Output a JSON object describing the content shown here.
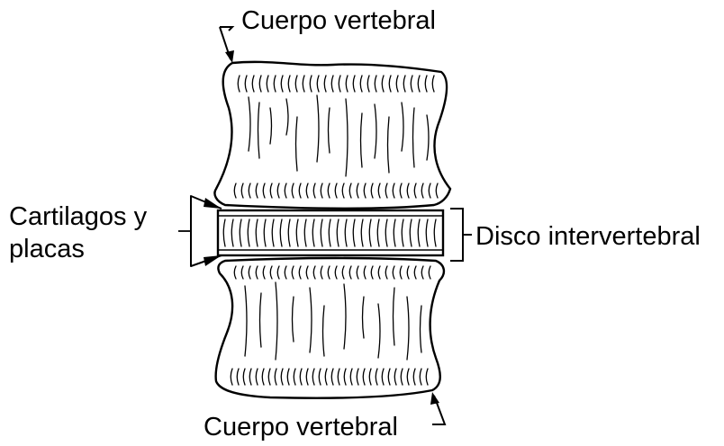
{
  "labels": {
    "top_body": "Cuerpo vertebral",
    "bottom_body": "Cuerpo vertebral",
    "cartilage_line1": "Cartilagos y",
    "cartilage_line2": "placas",
    "disc": "Disco intervertebral"
  },
  "colors": {
    "ink": "#000000",
    "background": "#ffffff"
  }
}
